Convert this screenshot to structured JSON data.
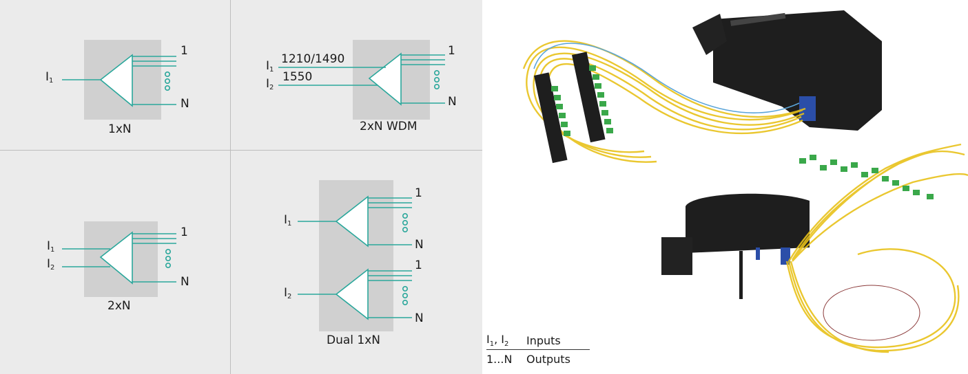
{
  "diagrams": {
    "d1": {
      "caption": "1xN",
      "input1": "I",
      "input1_sub": "1",
      "out_first": "1",
      "out_last": "N"
    },
    "d2": {
      "caption": "2xN WDM",
      "input1": "I",
      "input1_sub": "1",
      "input2": "I",
      "input2_sub": "2",
      "wavelength1": "1210/1490",
      "wavelength2": "1550",
      "out_first": "1",
      "out_last": "N"
    },
    "d3": {
      "caption": "2xN",
      "input1": "I",
      "input1_sub": "1",
      "input2": "I",
      "input2_sub": "2",
      "out_first": "1",
      "out_last": "N"
    },
    "d4": {
      "caption": "Dual 1xN",
      "input1": "I",
      "input1_sub": "1",
      "input2": "I",
      "input2_sub": "2",
      "out_first_a": "1",
      "out_last_a": "N",
      "out_first_b": "1",
      "out_last_b": "N"
    }
  },
  "legend": {
    "rows": [
      {
        "key_html_parts": [
          "I",
          "1",
          ", I",
          "2"
        ],
        "value": "Inputs"
      },
      {
        "key": "1...N",
        "value": "Outputs"
      }
    ]
  },
  "colors": {
    "line": "#2aa79b",
    "panel": "#ebebeb",
    "box": "#d0d0d0",
    "divider": "#bdbdbd",
    "fiber": "#e8c21a",
    "connector": "#3aa84a",
    "housing": "#1e1e1e"
  },
  "photos": [
    "fiber-splitter-cassette-photo-top",
    "fiber-splitter-cassette-photo-bottom"
  ]
}
